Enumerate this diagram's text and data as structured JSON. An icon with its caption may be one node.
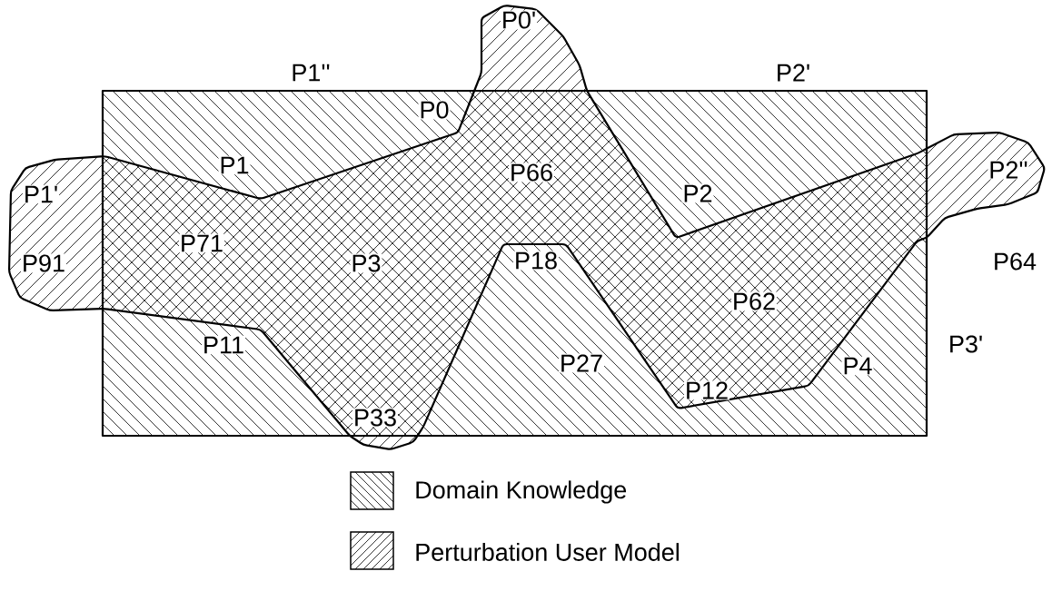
{
  "diagram": {
    "labels": [
      "P0'",
      "P1''",
      "P2'",
      "P0",
      "P1'",
      "P1",
      "P66",
      "P2",
      "P2''",
      "P71",
      "P91",
      "P3",
      "P18",
      "P64",
      "P62",
      "P11",
      "P27",
      "P4",
      "P3'",
      "P12",
      "P33"
    ],
    "legend": [
      {
        "text": "Domain Knowledge"
      },
      {
        "text": "Perturbation User Model"
      }
    ]
  }
}
